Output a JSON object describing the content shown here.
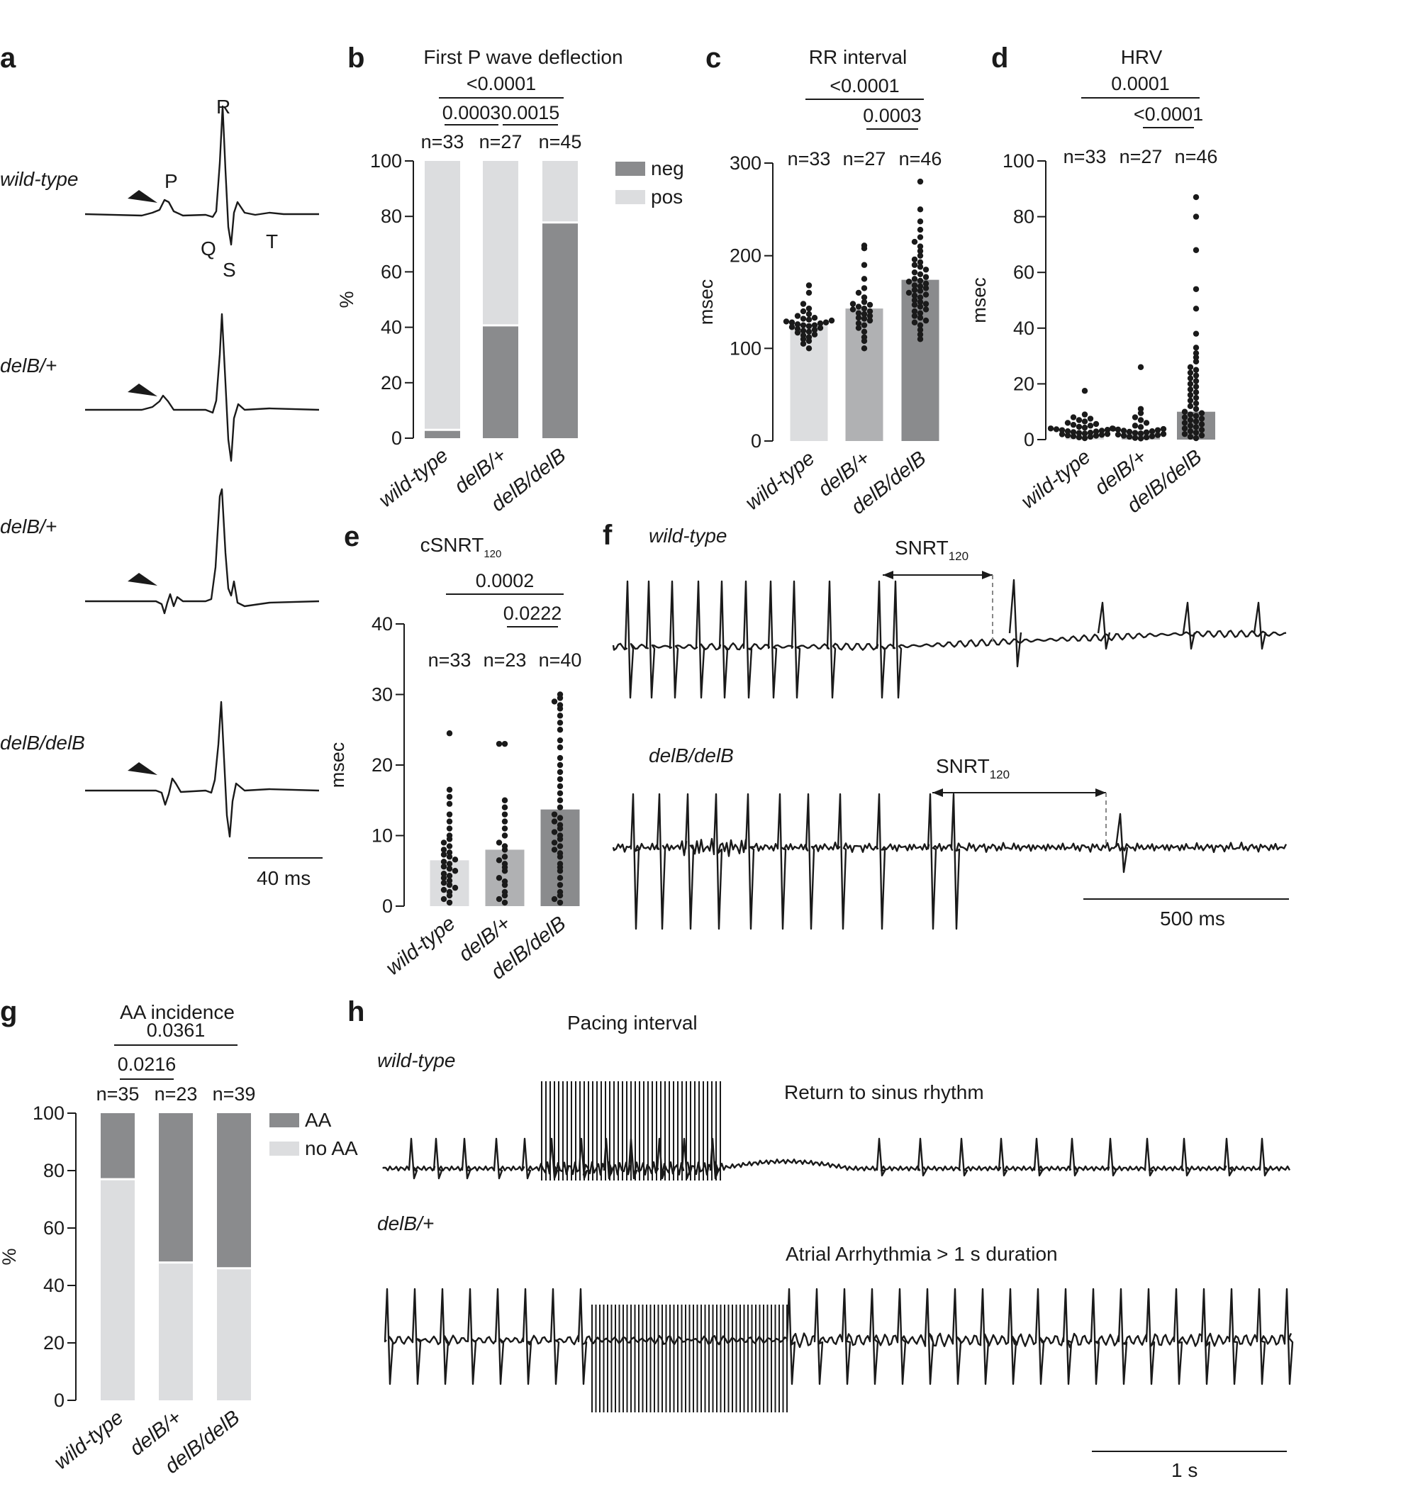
{
  "colors": {
    "light": "#dcdddf",
    "mid": "#b0b1b3",
    "dark": "#8a8b8d",
    "ink": "#1a1a1a"
  },
  "panels": {
    "a": "a",
    "b": "b",
    "c": "c",
    "d": "d",
    "e": "e",
    "f": "f",
    "g": "g",
    "h": "h"
  },
  "panel_a": {
    "genotypes": [
      "wild-type",
      "delB/+",
      "delB/+",
      "delB/delB"
    ],
    "waves": {
      "P": "P",
      "Q": "Q",
      "R": "R",
      "S": "S",
      "T": "T"
    },
    "scalebar": "40 ms"
  },
  "panel_f": {
    "genotypes": [
      "wild-type",
      "delB/delB"
    ],
    "snrt": "SNRT",
    "snrt_sub": "120",
    "scalebar": "500 ms"
  },
  "panel_h": {
    "genotypes": [
      "wild-type",
      "delB/+"
    ],
    "pacing": "Pacing interval",
    "ann_wt": "Return to sinus rhythm",
    "ann_het": "Atrial Arrhythmia > 1 s duration",
    "scalebar": "1 s"
  },
  "chart_data": [
    {
      "id": "b",
      "type": "bar",
      "stacked": true,
      "title": "First P wave deflection",
      "ylabel": "%",
      "ylim": [
        0,
        100
      ],
      "yticks": [
        0,
        20,
        40,
        60,
        80,
        100
      ],
      "categories": [
        "wild-type",
        "delB/+",
        "delB/delB"
      ],
      "n": [
        "n=33",
        "n=27",
        "n=45"
      ],
      "series": [
        {
          "name": "neg",
          "values": [
            3,
            40.7,
            77.8
          ],
          "color": "dark"
        },
        {
          "name": "pos",
          "values": [
            97,
            59.3,
            22.2
          ],
          "color": "light"
        }
      ],
      "legend_position": "top-right",
      "pvalues": [
        {
          "text": "<0.0001",
          "from": 0,
          "to": 2
        },
        {
          "text": "0.0003",
          "from": 0,
          "to": 1
        },
        {
          "text": "0.0015",
          "from": 1,
          "to": 2
        }
      ]
    },
    {
      "id": "c",
      "type": "scatter",
      "bar_mean": true,
      "title": "RR interval",
      "ylabel": "msec",
      "ylim": [
        0,
        300
      ],
      "yticks": [
        0,
        100,
        200,
        300
      ],
      "categories": [
        "wild-type",
        "delB/+",
        "delB/delB"
      ],
      "n": [
        "n=33",
        "n=27",
        "n=46"
      ],
      "means": [
        127,
        143,
        174
      ],
      "bar_colors": [
        "light",
        "mid",
        "dark"
      ],
      "points": [
        [
          100,
          105,
          108,
          110,
          112,
          114,
          115,
          117,
          118,
          119,
          120,
          121,
          122,
          123,
          124,
          125,
          125,
          126,
          127,
          128,
          128,
          129,
          130,
          131,
          132,
          133,
          135,
          137,
          140,
          143,
          148,
          160,
          168
        ],
        [
          100,
          108,
          112,
          118,
          122,
          125,
          127,
          130,
          132,
          133,
          135,
          137,
          138,
          140,
          142,
          143,
          145,
          147,
          148,
          150,
          155,
          160,
          165,
          175,
          190,
          208,
          211
        ],
        [
          110,
          115,
          120,
          125,
          128,
          130,
          133,
          135,
          138,
          140,
          142,
          145,
          147,
          148,
          150,
          152,
          155,
          157,
          158,
          160,
          162,
          163,
          165,
          167,
          168,
          170,
          172,
          173,
          175,
          177,
          180,
          182,
          185,
          188,
          190,
          193,
          196,
          200,
          205,
          210,
          215,
          220,
          228,
          237,
          250,
          280
        ]
      ],
      "pvalues": [
        {
          "text": "<0.0001",
          "from": 0,
          "to": 2
        },
        {
          "text": "0.0003",
          "from": 1,
          "to": 2
        }
      ]
    },
    {
      "id": "d",
      "type": "scatter",
      "bar_mean": true,
      "title": "HRV",
      "ylabel": "msec",
      "ylim": [
        0,
        100
      ],
      "yticks": [
        0,
        20,
        40,
        60,
        80,
        100
      ],
      "categories": [
        "wild-type",
        "delB/+",
        "delB/delB"
      ],
      "n": [
        "n=33",
        "n=27",
        "n=46"
      ],
      "means": [
        3,
        3,
        10
      ],
      "bar_colors": [
        "light",
        "mid",
        "dark"
      ],
      "points": [
        [
          0.5,
          0.8,
          1,
          1.2,
          1.4,
          1.5,
          1.7,
          1.9,
          2,
          2.2,
          2.4,
          2.5,
          2.7,
          2.9,
          3,
          3.2,
          3.4,
          3.5,
          3.7,
          3.9,
          4,
          4.3,
          4.6,
          5,
          5.3,
          5.6,
          6,
          6.5,
          7,
          7.5,
          8,
          9,
          17.5
        ],
        [
          0.4,
          0.6,
          0.8,
          1,
          1.2,
          1.4,
          1.6,
          1.8,
          2,
          2.2,
          2.4,
          2.6,
          2.8,
          3,
          3.2,
          3.4,
          3.6,
          3.8,
          4,
          4.5,
          5,
          6,
          7,
          8,
          9.5,
          11,
          26
        ],
        [
          0.5,
          1,
          1.5,
          2,
          2.5,
          3,
          3.5,
          4,
          4.5,
          5,
          5.5,
          6,
          6.5,
          7,
          7.5,
          8,
          8.5,
          9,
          9.5,
          10,
          11,
          12,
          13,
          14,
          15,
          16,
          17,
          18,
          19,
          20,
          21,
          22,
          23,
          24,
          25,
          26,
          28,
          29.5,
          31,
          33,
          38,
          47,
          54,
          68,
          80,
          87
        ]
      ],
      "pvalues": [
        {
          "text": "0.0001",
          "from": 0,
          "to": 2
        },
        {
          "text": "<0.0001",
          "from": 1,
          "to": 2
        }
      ]
    },
    {
      "id": "e",
      "type": "scatter",
      "bar_mean": true,
      "title": "cSNRT",
      "title_sub": "120",
      "ylabel": "msec",
      "ylim": [
        0,
        40
      ],
      "yticks": [
        0,
        10,
        20,
        30,
        40
      ],
      "categories": [
        "wild-type",
        "delB/+",
        "delB/delB"
      ],
      "n": [
        "n=33",
        "n=23",
        "n=40"
      ],
      "means": [
        6.5,
        8,
        13.7
      ],
      "bar_colors": [
        "light",
        "mid",
        "dark"
      ],
      "points": [
        [
          0.5,
          1,
          1.5,
          2,
          2.3,
          2.6,
          3,
          3.3,
          3.6,
          4,
          4.3,
          4.6,
          5,
          5.3,
          5.6,
          6,
          6.3,
          6.6,
          7,
          7.3,
          7.6,
          8,
          8.5,
          9,
          9.5,
          10,
          11,
          12,
          13,
          14.5,
          15.5,
          16.5,
          24.5
        ],
        [
          0.5,
          1,
          1.5,
          2,
          3,
          3.5,
          4,
          5,
          5.5,
          6,
          6.5,
          7,
          8,
          8.5,
          9,
          10,
          11,
          12,
          13,
          14,
          15,
          23,
          23
        ],
        [
          0.5,
          1,
          1.5,
          2,
          3,
          4,
          5,
          5.5,
          6,
          7,
          7.5,
          8,
          8.5,
          9,
          9.5,
          10,
          10.5,
          11,
          11.5,
          12,
          12.5,
          13,
          14,
          15,
          16,
          17,
          18,
          19,
          20,
          21,
          22.5,
          23.5,
          25,
          26,
          27,
          28,
          28.5,
          29,
          29.5,
          30
        ]
      ],
      "pvalues": [
        {
          "text": "0.0002",
          "from": 0,
          "to": 2
        },
        {
          "text": "0.0222",
          "from": 1,
          "to": 2
        }
      ]
    },
    {
      "id": "g",
      "type": "bar",
      "stacked": true,
      "title": "AA incidence",
      "ylabel": "%",
      "ylim": [
        0,
        100
      ],
      "yticks": [
        0,
        20,
        40,
        60,
        80,
        100
      ],
      "categories": [
        "wild-type",
        "delB/+",
        "delB/delB"
      ],
      "n": [
        "n=35",
        "n=23",
        "n=39"
      ],
      "series": [
        {
          "name": "no AA",
          "values": [
            77,
            48,
            46
          ],
          "color": "light"
        },
        {
          "name": "AA",
          "values": [
            23,
            52,
            54
          ],
          "color": "dark"
        }
      ],
      "legend_position": "top-right",
      "pvalues": [
        {
          "text": "0.0361",
          "from": 0,
          "to": 2
        },
        {
          "text": "0.0216",
          "from": 0,
          "to": 1
        }
      ]
    }
  ]
}
